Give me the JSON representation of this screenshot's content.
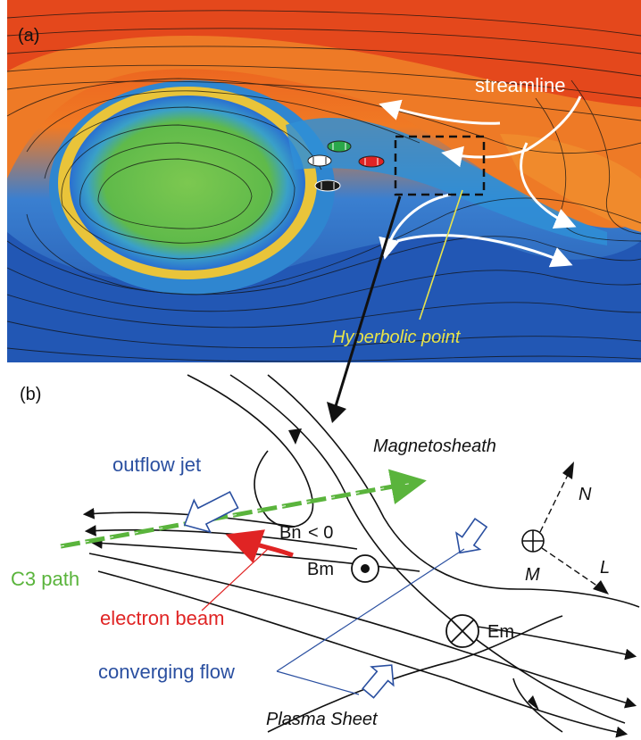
{
  "panel_a": {
    "label": "(a)",
    "streamline_label": "streamline",
    "hyperbolic_label": "Hyperbolic point"
  },
  "panel_b": {
    "label": "(b)",
    "magnetosheath": "Magnetosheath",
    "outflow_jet": "outflow jet",
    "bn": "Bn",
    "bn_cond": "< 0",
    "bm": "Bm",
    "c3_path": "C3 path",
    "electron_beam": "electron beam",
    "em": "Em",
    "converging_flow": "converging flow",
    "plasma_sheet": "Plasma Sheet",
    "axis_n": "N",
    "axis_m": "M",
    "axis_l": "L"
  },
  "colors": {
    "outflow_text": "#2a4fa0",
    "c3_path": "#5ab43c",
    "electron_beam": "#e02424",
    "hyperbolic": "#e8e44a",
    "spacecraft": [
      "#ffffff",
      "#2aa84a",
      "#e02424",
      "#1a1a1a"
    ]
  }
}
